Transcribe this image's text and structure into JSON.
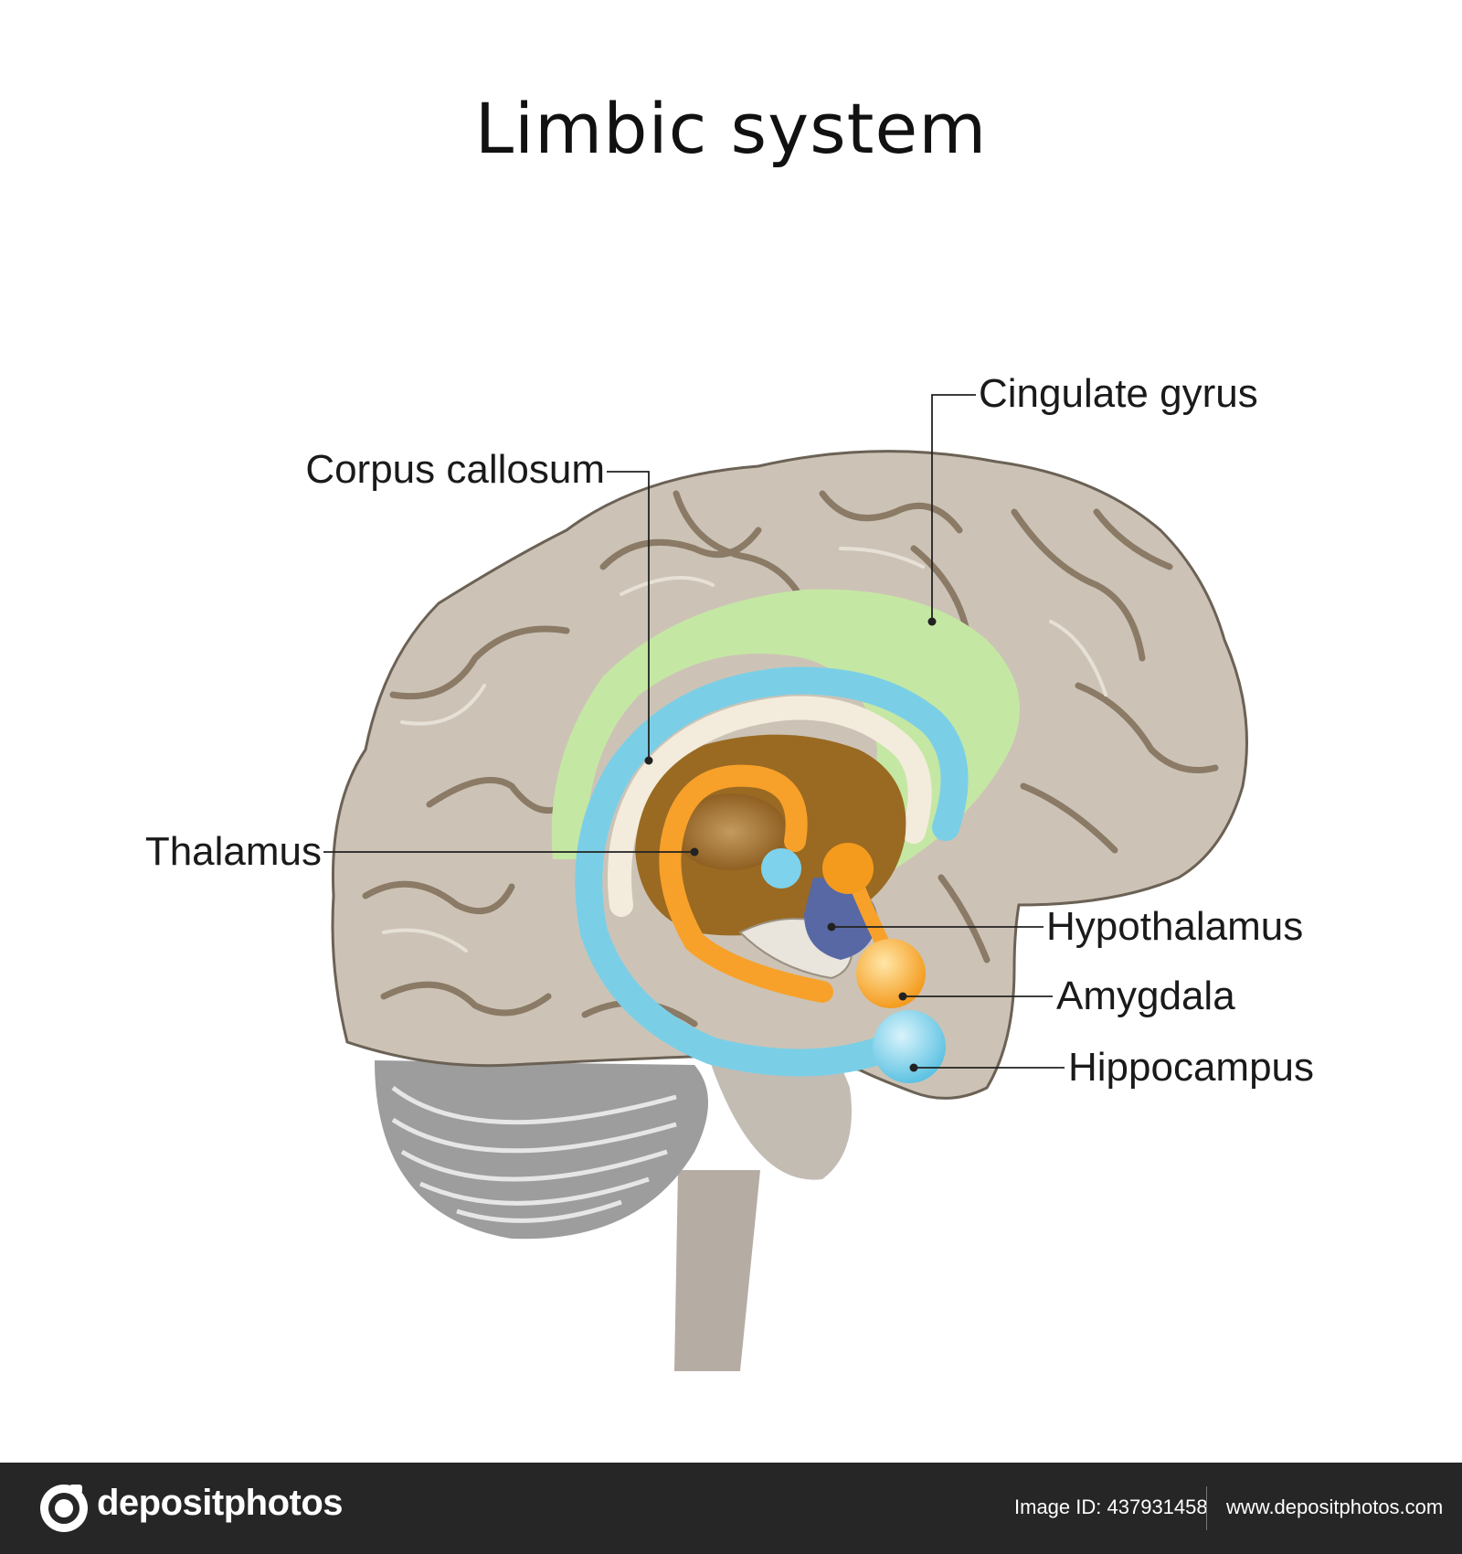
{
  "title": "Limbic system",
  "labels": {
    "cingulate_gyrus": "Cingulate gyrus",
    "corpus_callosum": "Corpus callosum",
    "thalamus": "Thalamus",
    "hypothalamus": "Hypothalamus",
    "amygdala": "Amygdala",
    "hippocampus": "Hippocampus"
  },
  "footer": {
    "brand": "depositphotos",
    "image_id_label": "Image ID:",
    "image_id": "437931458",
    "site_url": "www.depositphotos.com"
  },
  "colors": {
    "cortex": "#ccc3b6",
    "sulcus": "#8a7a66",
    "cingulate_gyrus": "#c5e7a4",
    "corpus_callosum": "#7acfe7",
    "fornix_cream": "#f3ecdc",
    "thalamus_region": "#9a6a22",
    "limbic_orange": "#f7a12a",
    "hypothalamus": "#5868a4",
    "hippocampus": "#7fd2ec",
    "cerebellum": "#9d9d9d",
    "brainstem": "#b5ada4",
    "footer_bg": "#262626"
  }
}
